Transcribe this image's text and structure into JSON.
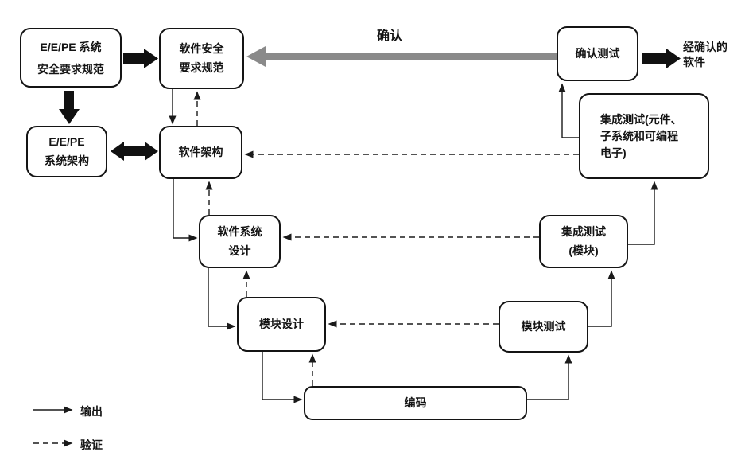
{
  "diagram": {
    "boxes": {
      "eepe_req": {
        "label": "E/E/PE 系统\n安全要求规范"
      },
      "sw_req": {
        "label": "软件安全\n要求规范"
      },
      "eepe_arch": {
        "label": "E/E/PE\n系统架构"
      },
      "sw_arch": {
        "label": "软件架构"
      },
      "val_test": {
        "label": "确认测试"
      },
      "integ_pe": {
        "label": "集成测试(元件、\n子系统和可编程\n电子)"
      },
      "sw_sys_design": {
        "label": "软件系统\n设计"
      },
      "integ_mod": {
        "label": "集成测试\n(模块)"
      },
      "mod_design": {
        "label": "模块设计"
      },
      "mod_test": {
        "label": "模块测试"
      },
      "coding": {
        "label": "编码"
      }
    },
    "flow_labels": {
      "validation": "确认",
      "validated_software": "经确认的\n软件"
    },
    "legend": {
      "output": "输出",
      "verification": "验证"
    },
    "colors": {
      "line": "#1a1a1a",
      "block_arrow": "#111111",
      "validation_arrow": "#8a8a8a",
      "box_background": "#ffffff"
    }
  }
}
